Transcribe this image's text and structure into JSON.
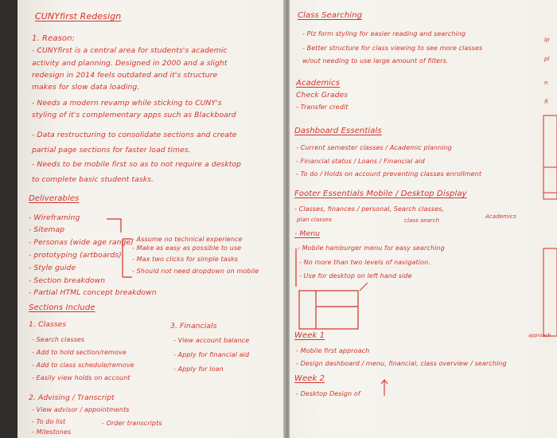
{
  "left_page": {
    "lines": [
      "CUNYfirst Redesign",
      "1. Reason:",
      "- CUNYfirst is a central area for students's academic",
      "activity and planning. Designed in 2000 and a slight",
      "redesign in 2014 feels outdated and it's structure",
      "makes for slow data loading.",
      "- Needs a modern revamp while sticking to CUNY's",
      "styling of it's complementary apps such as Blackboard",
      "- Data restructuring to consolidate sections and create",
      "partial page sections for faster load times.",
      "- Needs to be mobile first so as to not require a desktop",
      "to complete basic student tasks.",
      "Deliverables",
      "- Wireframing",
      "- Sitemap",
      "- Personas (wide age range)",
      "- prototyping (artboards)",
      "- Style guide",
      "- Section breakdown",
      "- Partial HTML concept breakdown",
      "- Assume no technical experience",
      "- Make as easy as possible to use",
      "- Max two clicks for simple tasks",
      "- Should not need dropdown on mobile",
      "Sections Include",
      "1. Classes",
      "- Search classes",
      "- Add to hold section/remove",
      "- Add to class schedule/remove",
      "- Easily view holds on account",
      "2. Advising / Transcript",
      "- View advisor / appointments",
      "- To do list",
      "- Milestones",
      "- Order transcripts",
      "3. Financials",
      "- View account balance",
      "- Apply for financial aid",
      "- Apply for loan"
    ]
  },
  "right_page": {
    "lines": [
      "Class Searching",
      "- Plz form styling for easier reading and searching",
      "- Better structure for class viewing to see more classes",
      "w/out needing to use large amount of filters.",
      "Academics",
      "Check Grades",
      "- Transfer credit",
      "Dashboard Essentials",
      "- Current semester classes / Academic planning",
      "- Financial status / Loans / Financial aid",
      "- To do / Holds on account preventing classes enrollment",
      "Footer Essentials Mobile / Desktop Display",
      "- Classes, finances / personal, Search classes,",
      "plan classes",
      "class search",
      "Academics",
      "- Menu",
      "- Mobile hamburger menu for easy searching",
      "- No more than two levels of navigation.",
      "- Use for desktop on left hand side",
      "Week 1",
      "- Mobile first approach",
      "- Design dashboard / menu, financial, class overview / searching",
      "Week 2",
      "- Desktop Design of"
    ],
    "edge_notes": [
      "ip",
      "pl",
      "n",
      "fi",
      "approach"
    ]
  }
}
